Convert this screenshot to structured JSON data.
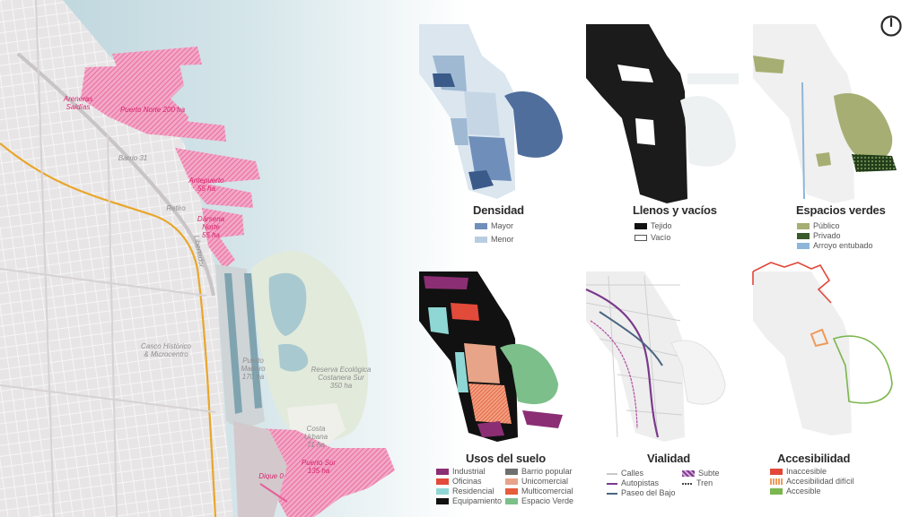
{
  "main_map": {
    "labels": {
      "areneras": "Areneras\nSaldías",
      "puerto_norte": "Puerto Norte 200 ha",
      "barrio31": "Barrio 31",
      "antepuerto": "Antepuerto\n55 ha",
      "retiro": "Retiro",
      "darsena": "Dársena\nNorte\n55 ha",
      "casco": "Casco Histórico\n& Microcentro",
      "madero": "Puerto\nMadero\n170 ha",
      "reserva": "Reserva Ecológica\nCostanera Sur\n350 ha",
      "costa": "Costa\nUrbana\n71 ha",
      "puerto_sur": "Puerto Sur\n135 ha",
      "dique": "Dique 0",
      "libertador": "Libertador"
    }
  },
  "panels": {
    "densidad": {
      "title": "Densidad",
      "legend": [
        "Mayor",
        "Menor"
      ]
    },
    "llenos": {
      "title": "Llenos y vacíos",
      "legend": [
        "Tejido",
        "Vacío"
      ]
    },
    "verdes": {
      "title": "Espacios verdes",
      "legend": [
        "Público",
        "Privado",
        "Arroyo entubado"
      ]
    },
    "usos": {
      "title": "Usos del suelo",
      "legend_left": [
        "Industrial",
        "Oficinas",
        "Residencial",
        "Equipamiento"
      ],
      "legend_right": [
        "Barrio popular",
        "Unicomercial",
        "Multicomercial",
        "Espacio Verde"
      ]
    },
    "vialidad": {
      "title": "Vialidad",
      "legend_left": [
        "Calles",
        "Autopistas",
        "Paseo del Bajo"
      ],
      "legend_right": [
        "Subte",
        "Tren"
      ]
    },
    "accesibilidad": {
      "title": "Accesibilidad",
      "legend": [
        "Inaccesible",
        "Accesibilidad difícil",
        "Accesible"
      ]
    }
  },
  "colors": {
    "water": "#c9dde2",
    "port_pink": "#e8639b",
    "reserve_green": "#dfe8d4",
    "density_dark": "#4f6e9c",
    "green_public": "#a7ae73",
    "industrial": "#8c2e74",
    "oficinas": "#e24a3a",
    "residencial": "#8fd7d4",
    "equipamiento": "#111111",
    "barrio_popular": "#6f6f6f",
    "unicomercial": "#e7a488",
    "multicomercial": "#e65c3c",
    "espacio_verde": "#7cbf8a",
    "autopistas": "#7a3a8c",
    "paseo_bajo": "#4a6580",
    "inaccesible": "#e2473a",
    "dificil": "#ee9a5c",
    "accesible": "#7bb64e"
  },
  "icons": {
    "power": "power-icon"
  }
}
